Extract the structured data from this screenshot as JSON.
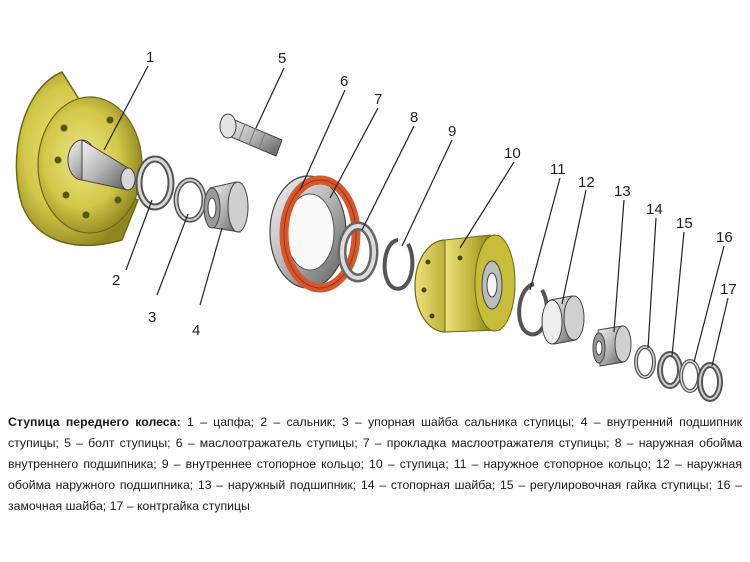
{
  "caption": {
    "title": "Ступица переднего колеса:",
    "text": " 1 – цапфа; 2 – сальник; 3 – упорная шайба сальника ступицы; 4 – внутренний подшипник ступицы; 5 – болт ступицы; 6 – маслоотражатель ступицы; 7 – прокладка маслоотражателя ступицы; 8 – наружная обойма внутреннего подшипника; 9 – внутреннее стопорное кольцо; 10 – ступица; 11 – наружное стопорное кольцо; 12 – наружная обойма наружного подшипника; 13 – наружный подшипник; 14 – стопорная шайба; 15 – регулировочная гайка ступицы; 16 – замочная шайба; 17 – контргайка ступицы"
  },
  "labels": [
    "1",
    "2",
    "3",
    "4",
    "5",
    "6",
    "7",
    "8",
    "9",
    "10",
    "11",
    "12",
    "13",
    "14",
    "15",
    "16",
    "17"
  ],
  "colors": {
    "disc_yellow": "#c9bf3c",
    "disc_dark": "#8f8620",
    "steel_light": "#e6e6e6",
    "steel_mid": "#a9a9a9",
    "steel_dark": "#5e5e5e",
    "gasket_orange": "#d8562c"
  }
}
